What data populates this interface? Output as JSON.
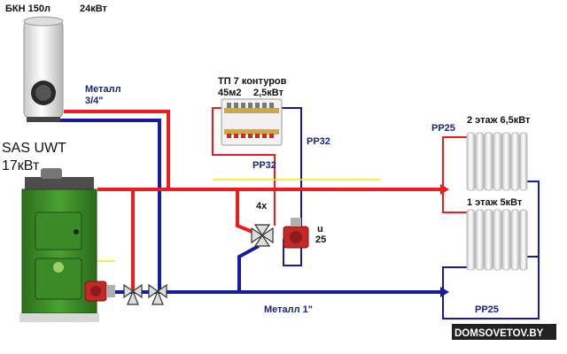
{
  "tank": {
    "label": "БКН 150л",
    "power": "24кВт"
  },
  "boiler": {
    "model": "SAS UWT",
    "power": "17кВт"
  },
  "pipes": {
    "metal_34": "Металл",
    "metal_34_size": "3/4\"",
    "metal_1": "Металл 1\"",
    "pp32_right": "РР32",
    "pp32_left": "РР32",
    "pp25_top": "РР25",
    "pp25_bottom": "РР25"
  },
  "floor_heating": {
    "title": "ТП 7 контуров",
    "area": "45м2",
    "power": "2,5кВт"
  },
  "radiator_upper": {
    "label": "2 этаж 6,5кВт"
  },
  "radiator_lower": {
    "label": "1 этаж 5кВт"
  },
  "valve_4x": "4х",
  "pump_label_1": "u",
  "pump_label_2": "25",
  "watermark": "DOMSOVETOV.BY",
  "colors": {
    "hot": "#ee1c1c",
    "cold": "#1a1a9e",
    "boiler_green": "#3e8a2a",
    "guide_yellow": "#ecec20"
  }
}
